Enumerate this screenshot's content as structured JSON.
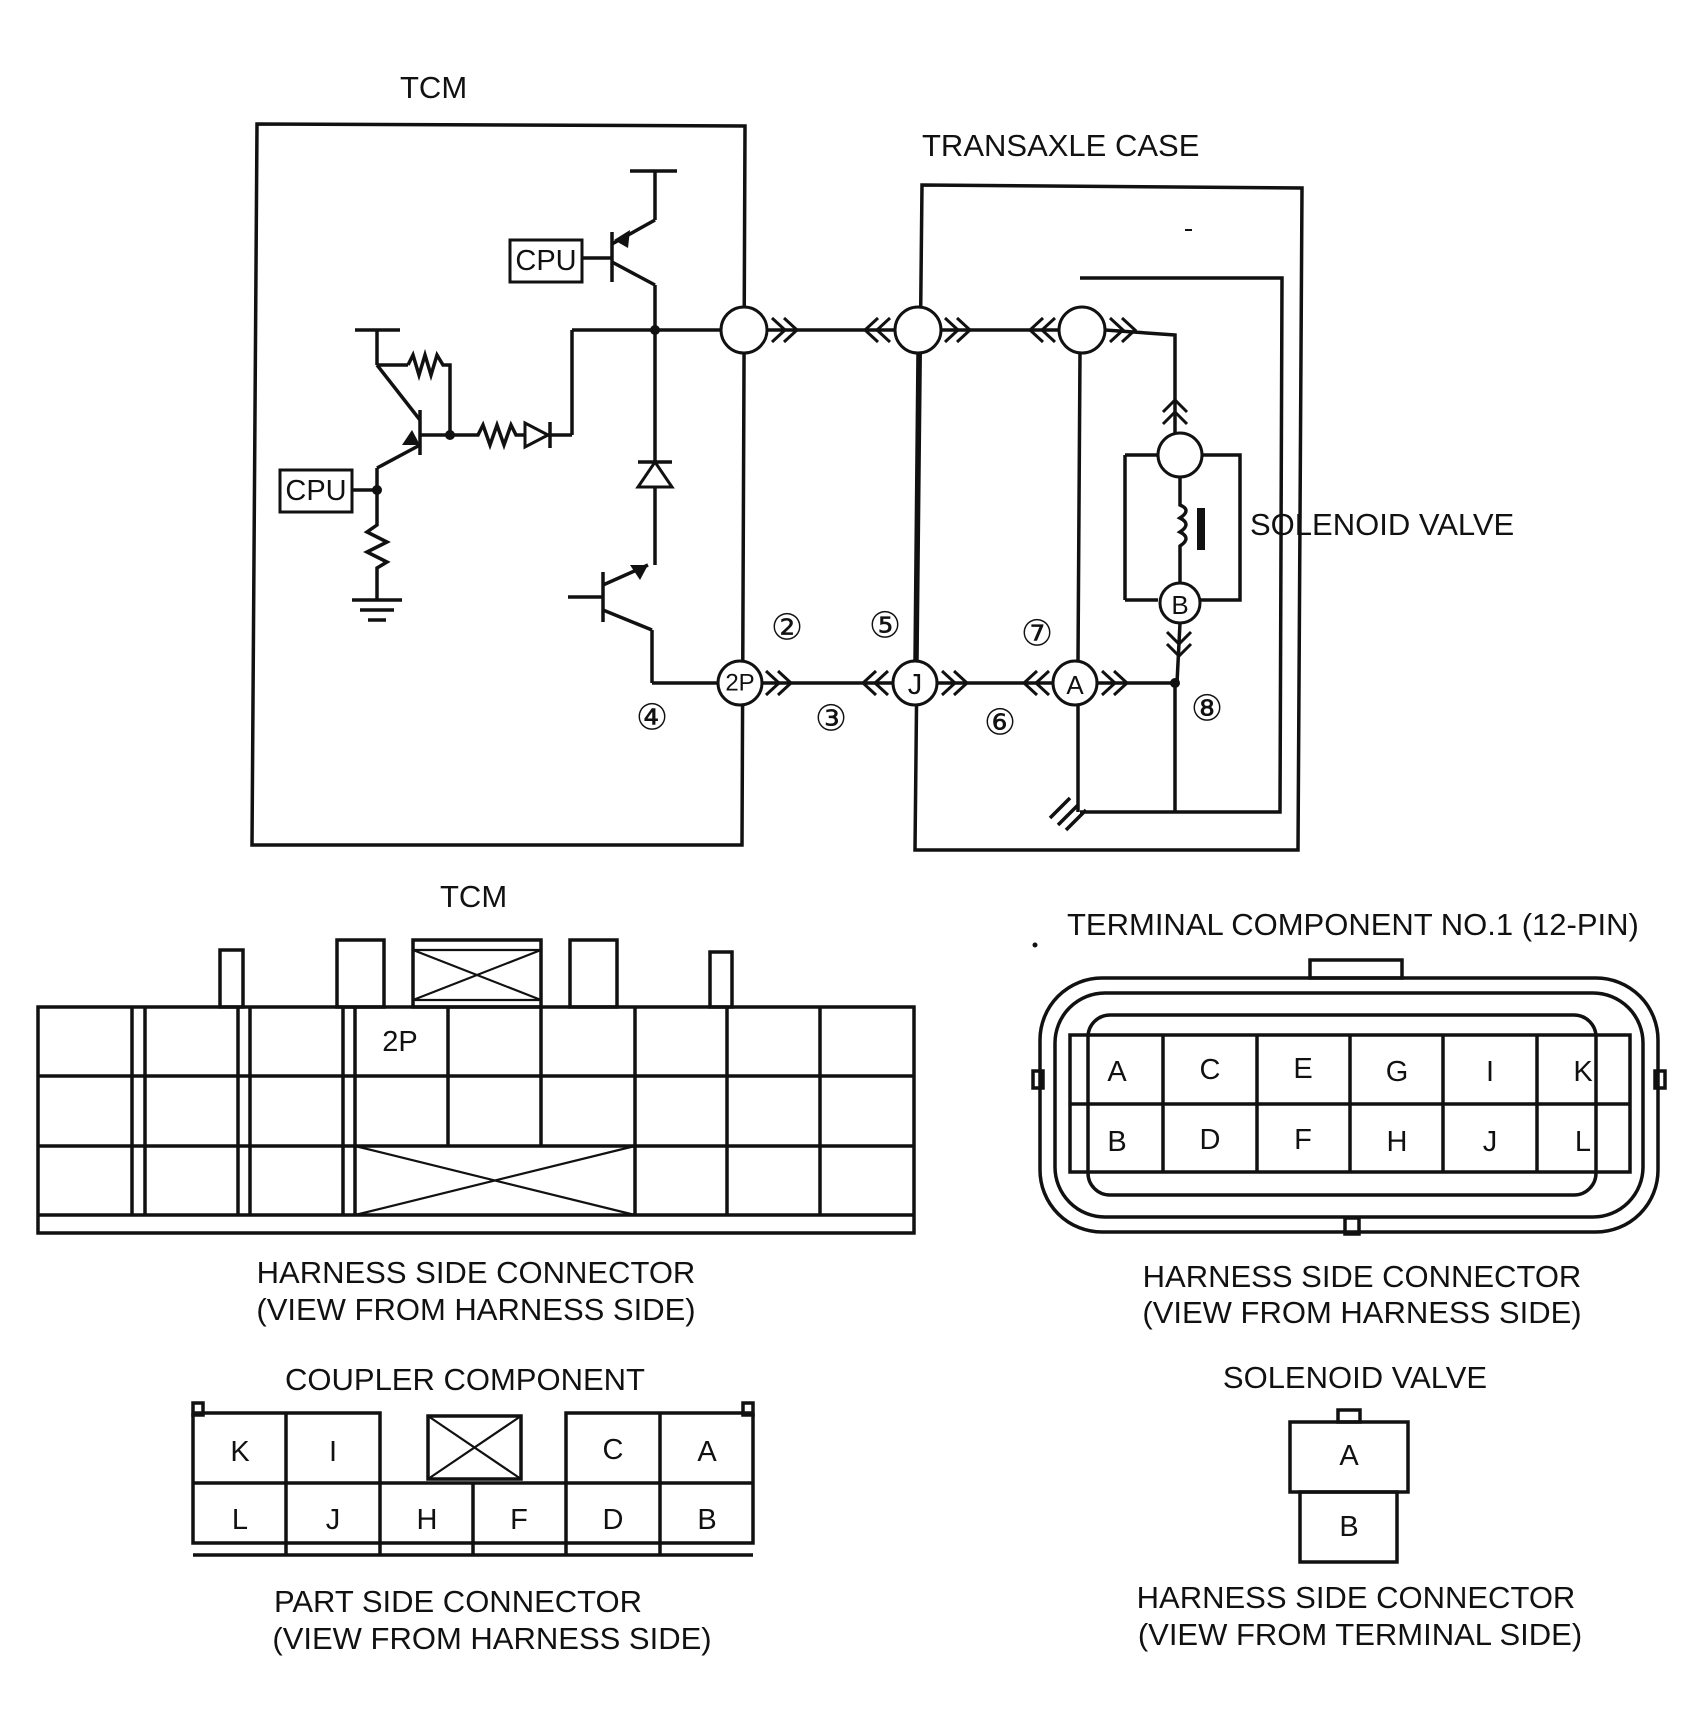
{
  "labels": {
    "tcm_top": "TCM",
    "transaxle_case": "TRANSAXLE CASE",
    "cpu_1": "CPU",
    "cpu_2": "CPU",
    "solenoid_valve_schematic": "SOLENOID VALVE",
    "tcm_connector": "TCM",
    "terminal_component": "TERMINAL COMPONENT NO.1 (12-PIN)",
    "coupler_component": "COUPLER COMPONENT",
    "solenoid_valve_connector": "SOLENOID VALVE"
  },
  "terminals": {
    "tcm_2p": "2P",
    "junction_j": "J",
    "solenoid_a": "A",
    "solenoid_b": "B"
  },
  "numbers": {
    "n2": "②",
    "n3": "③",
    "n4": "④",
    "n5": "⑤",
    "n6": "⑥",
    "n7": "⑦",
    "n8": "⑧"
  },
  "tcm_connector": {
    "pin_2p": "2P",
    "caption_line1": "HARNESS SIDE CONNECTOR",
    "caption_line2": "(VIEW FROM HARNESS SIDE)"
  },
  "terminal_component_connector": {
    "top_row": [
      "A",
      "C",
      "E",
      "G",
      "I",
      "K"
    ],
    "bottom_row": [
      "B",
      "D",
      "F",
      "H",
      "J",
      "L"
    ],
    "caption_line1": "HARNESS SIDE CONNECTOR",
    "caption_line2": "(VIEW FROM HARNESS SIDE)"
  },
  "coupler_connector": {
    "top_row": [
      "K",
      "I",
      "",
      "C",
      "A"
    ],
    "bottom_row": [
      "L",
      "J",
      "H",
      "F",
      "D",
      "B"
    ],
    "caption_line1": "PART SIDE CONNECTOR",
    "caption_line2": "(VIEW FROM HARNESS SIDE)"
  },
  "solenoid_connector": {
    "pins": [
      "A",
      "B"
    ],
    "caption_line1": "HARNESS SIDE CONNECTOR",
    "caption_line2": "(VIEW FROM TERMINAL SIDE)"
  }
}
